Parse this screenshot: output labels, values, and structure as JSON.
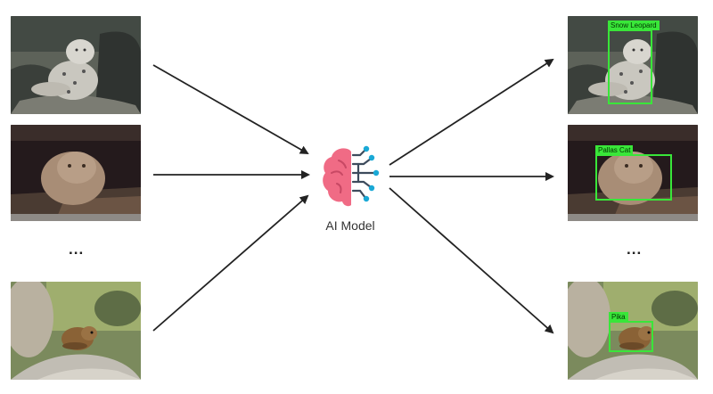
{
  "inputs": [
    {
      "animal": "snow-leopard"
    },
    {
      "animal": "pallas-cat"
    },
    {
      "animal": "pika"
    }
  ],
  "ellipsis_left": "...",
  "ellipsis_right": "...",
  "model": {
    "label": "AI Model",
    "icon": "brain-circuit-icon",
    "colors": {
      "brain": "#f06b85",
      "circuit": "#1aa9d6",
      "wire": "#3d4b5c"
    }
  },
  "outputs": [
    {
      "detection_label": "Snow Leopard"
    },
    {
      "detection_label": "Pallas Cat"
    },
    {
      "detection_label": "Pika"
    }
  ],
  "colors": {
    "arrow": "#222222",
    "box": "#39e639"
  }
}
